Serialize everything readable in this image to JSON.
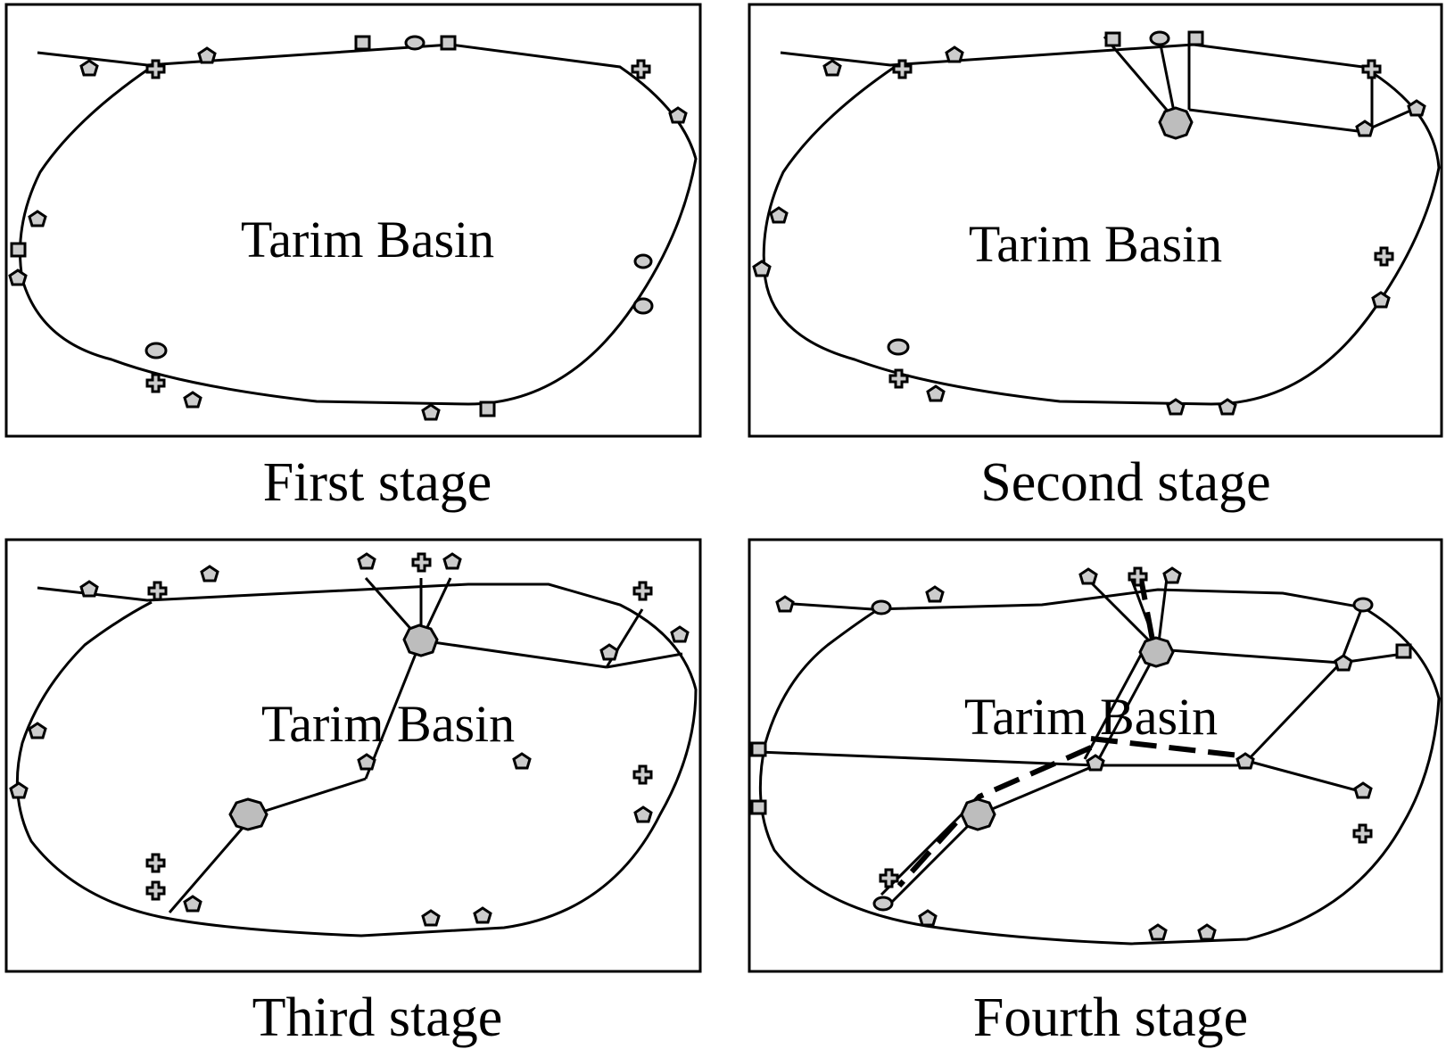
{
  "region_label": "Tarim Basin",
  "stages": [
    {
      "key": "first",
      "caption": "First stage"
    },
    {
      "key": "second",
      "caption": "Second stage"
    },
    {
      "key": "third",
      "caption": "Third stage"
    },
    {
      "key": "fourth",
      "caption": "Fourth stage"
    }
  ],
  "colors": {
    "outline": "#000000",
    "node_fill": "#cccccc",
    "hub_fill": "#bdbdbd",
    "frame": "#000000"
  },
  "legend_icons": [
    "circle-node-icon",
    "square-node-icon",
    "pentagon-node-icon",
    "cross-node-icon",
    "hub-node-icon"
  ]
}
